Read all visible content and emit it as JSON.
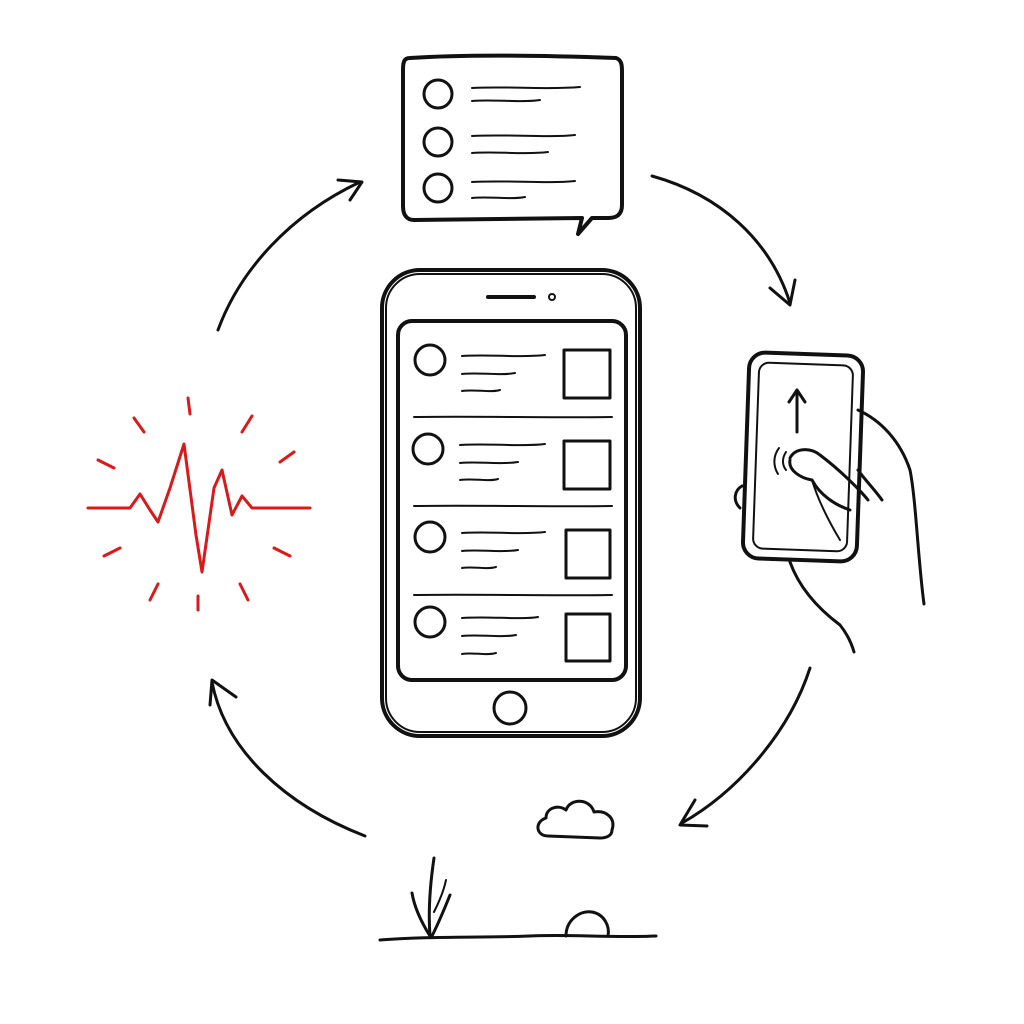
{
  "colors": {
    "ink": "#111111",
    "accent": "#d91a1a",
    "background": "#ffffff"
  },
  "cycle": {
    "direction": "clockwise",
    "stages": [
      {
        "name": "notification-list",
        "icon": "speech-bubble-list-icon"
      },
      {
        "name": "swipe-up-gesture",
        "icon": "hand-swipe-phone-icon"
      },
      {
        "name": "outdoor-break",
        "icon": "nature-ground-icon"
      },
      {
        "name": "urge-signal",
        "icon": "heartbeat-pulse-icon"
      }
    ],
    "center": {
      "name": "phone-feed",
      "icon": "smartphone-icon",
      "feed_item_count": 4
    }
  }
}
